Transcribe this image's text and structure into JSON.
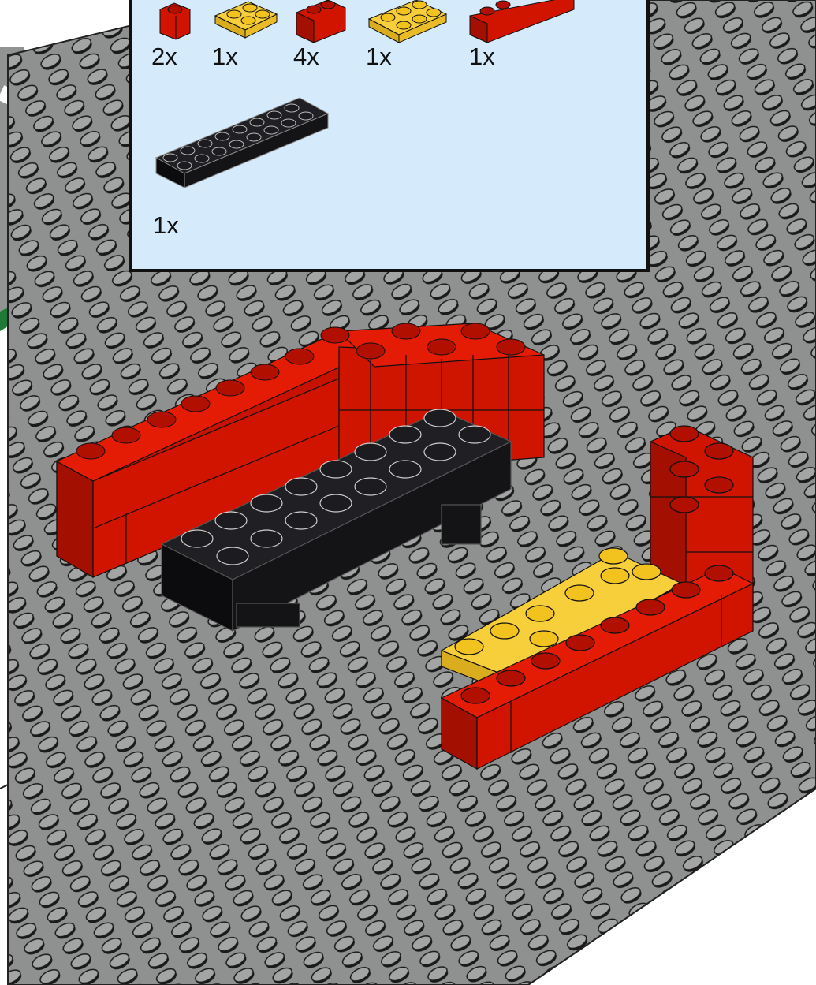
{
  "colors": {
    "baseplate": "#8e918f",
    "stud_top": "#a2a5a3",
    "road": "#909391",
    "road_marking": "#ffffff",
    "grass_edge": "#1f7a36",
    "red": "#d01400",
    "red_dark": "#a30f00",
    "red_top": "#e41c05",
    "yellow": "#f6cf3a",
    "yellow_dark": "#d9ad1d",
    "black": "#141417",
    "parts_bg": "#d5eafb"
  },
  "parts_list": {
    "items": [
      {
        "id": "red-1x1-brick",
        "icon": "red-1x1-brick-icon",
        "qty": "2x"
      },
      {
        "id": "yellow-2x2-plate",
        "icon": "yellow-2x2-plate-icon",
        "qty": "1x"
      },
      {
        "id": "red-1x2-brick",
        "icon": "red-1x2-brick-icon",
        "qty": "4x"
      },
      {
        "id": "yellow-2x3-plate",
        "icon": "yellow-2x3-plate-icon",
        "qty": "1x"
      },
      {
        "id": "red-1x6-brick",
        "icon": "red-1x6-brick-icon",
        "qty": "1x"
      },
      {
        "id": "black-2x8-brick",
        "icon": "black-2x8-brick-icon",
        "qty": "1x"
      }
    ]
  }
}
